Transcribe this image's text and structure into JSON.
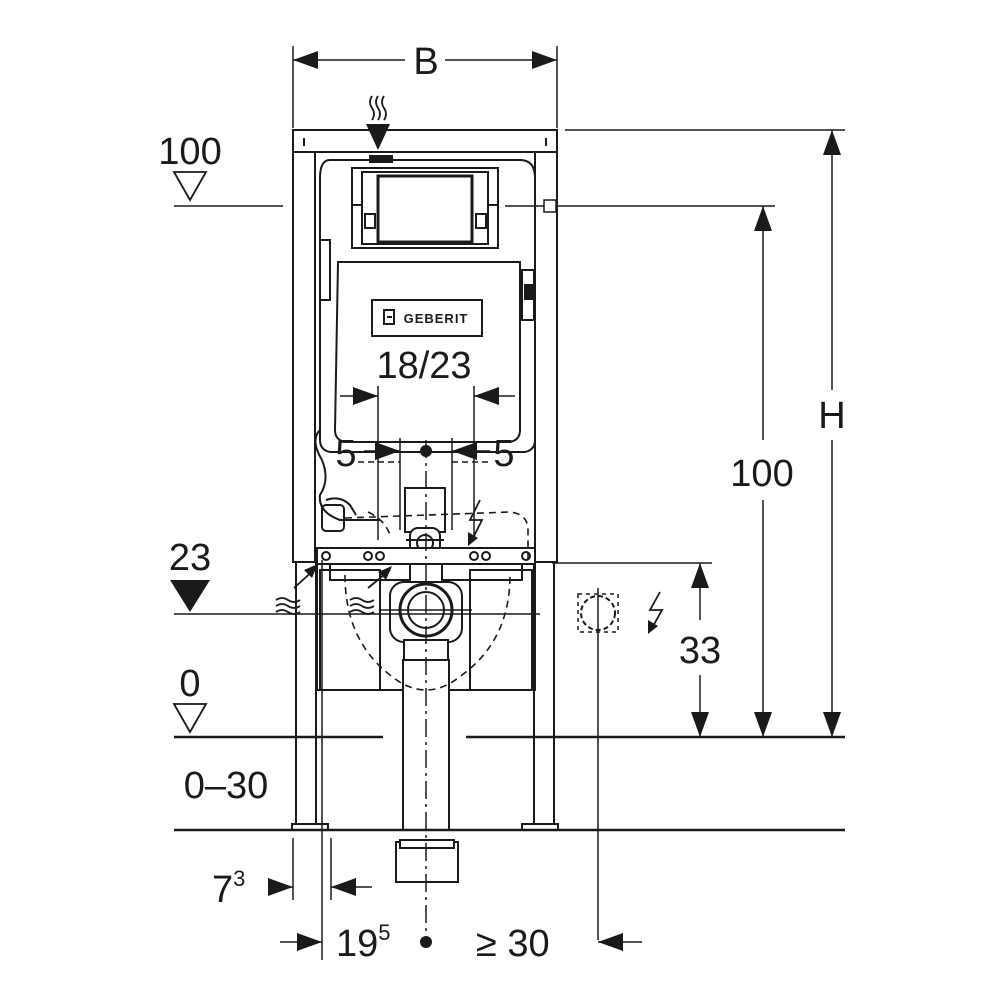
{
  "brand": "GEBERIT",
  "dimensions": {
    "width_label": "B",
    "height_label": "H",
    "top_reference": "100",
    "frame_height": "100",
    "flush_width": "18/23",
    "flush_offset_left": "5",
    "flush_offset_right": "5",
    "drain_height_label": "23",
    "floor_level": "0",
    "floor_range": "0–30",
    "power_height": "33",
    "foot_offset_base": "7",
    "foot_offset_sup": "3",
    "axis_offset_base": "19",
    "axis_offset_sup": "5",
    "min_clearance": "≥ 30"
  },
  "colors": {
    "line": "#1a1a1a",
    "background": "#ffffff"
  }
}
